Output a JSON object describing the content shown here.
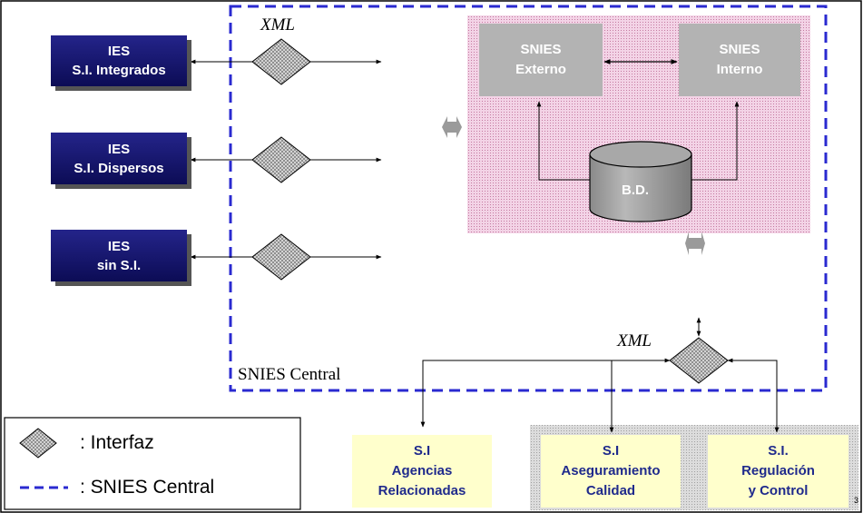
{
  "ies_boxes": [
    {
      "line1": "IES",
      "line2": "S.I. Integrados"
    },
    {
      "line1": "IES",
      "line2": "S.I. Dispersos"
    },
    {
      "line1": "IES",
      "line2": "sin S.I."
    }
  ],
  "xml_label_top": "XML",
  "xml_label_bottom": "XML",
  "snies_externo": {
    "line1": "SNIES",
    "line2": "Externo"
  },
  "snies_interno": {
    "line1": "SNIES",
    "line2": "Interno"
  },
  "database_label": "B.D.",
  "central_label": "SNIES Central",
  "legend": {
    "interface_label": ": Interfaz",
    "central_label": ": SNIES Central"
  },
  "systems": [
    {
      "line1": "S.I",
      "line2": "Agencias",
      "line3": "Relacionadas"
    },
    {
      "line1": "S.I",
      "line2": "Aseguramiento",
      "line3": "Calidad"
    },
    {
      "line1": "S.I.",
      "line2": "Regulación",
      "line3": "y Control"
    }
  ],
  "page_number": "3",
  "colors": {
    "navy": "#1a1a75",
    "dash_blue": "#2a2ad0",
    "pink_bg": "#f0d0e0",
    "gray_box": "#b3b3b3",
    "yellow_box": "#ffffcc",
    "yellow_text": "#1f2a8c"
  }
}
